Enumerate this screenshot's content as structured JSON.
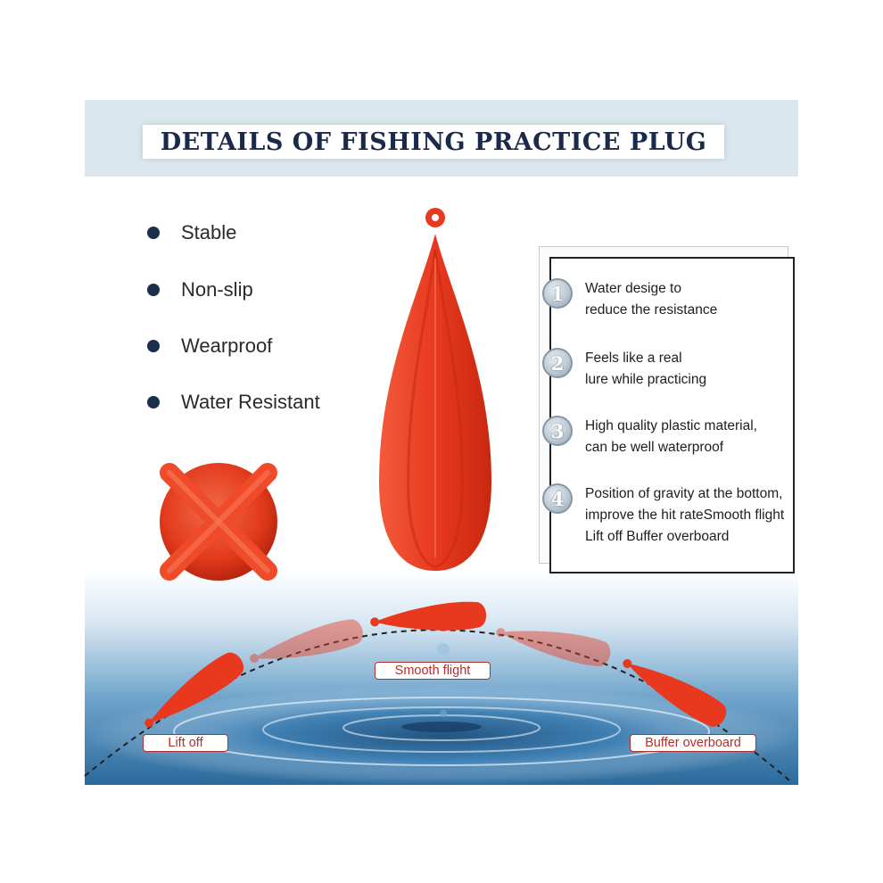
{
  "title": "DETAILS OF  FISHING PRACTICE PLUG",
  "features": [
    "Stable",
    "Non-slip",
    "Wearproof",
    "Water Resistant"
  ],
  "details": [
    {
      "number": "1",
      "lines": [
        "Water desige to",
        "reduce the resistance"
      ]
    },
    {
      "number": "2",
      "lines": [
        "Feels like a real",
        "lure while practicing"
      ]
    },
    {
      "number": "3",
      "lines": [
        "High quality plastic material,",
        "can be well waterproof"
      ]
    },
    {
      "number": "4",
      "lines": [
        "Position of gravity at the bottom,",
        "improve the hit rateSmooth flight",
        "Lift off Buffer overboard"
      ]
    }
  ],
  "flight_labels": {
    "lift_off": "Lift off",
    "smooth_flight": "Smooth flight",
    "buffer_overboard": "Buffer overboard"
  },
  "colors": {
    "plug": "#e8391f",
    "title_text": "#1b2a4a",
    "title_band": "#dbe7ee",
    "water": "#3b78a8",
    "label_border": "#b3302a"
  }
}
